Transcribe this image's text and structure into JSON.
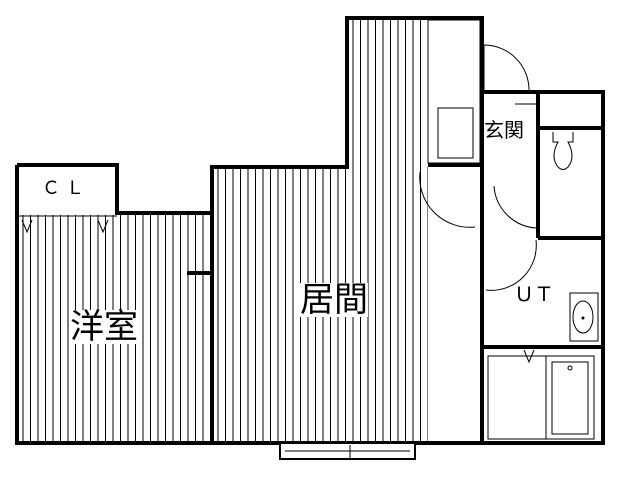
{
  "floor_plan": {
    "rooms": {
      "western_room": "洋室",
      "living": "居間",
      "entrance": "玄関",
      "unit_toilet": "ＵＴ",
      "closet": "ＣＬ"
    },
    "colors": {
      "wall": "#000000",
      "floor_stripe": "#000000",
      "background": "#ffffff"
    }
  }
}
